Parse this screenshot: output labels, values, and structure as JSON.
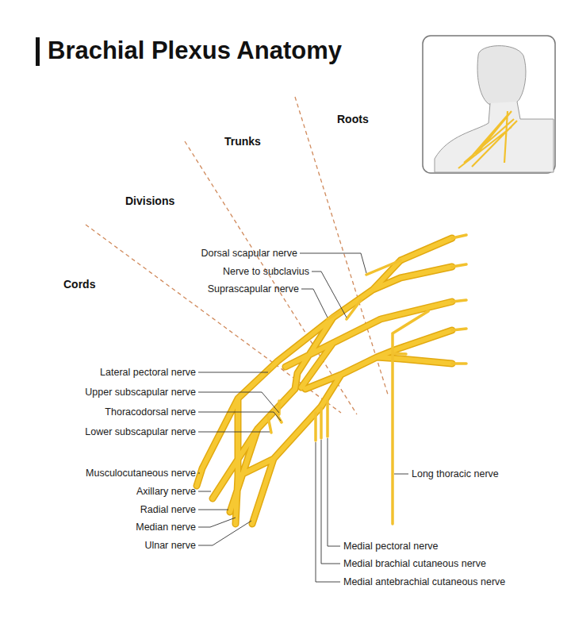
{
  "diagram": {
    "title": "Brachial Plexus Anatomy",
    "labels": [
      "Roots",
      "Trunks",
      "Divisions",
      "Cords",
      "Dorsal scapular nerve",
      "Nerve to subclavius",
      "Suprascapular nerve",
      "Lateral pectoral nerve",
      "Upper subscapular nerve",
      "Thoracodorsal nerve",
      "Lower subscapular nerve",
      "Musculocutaneous nerve",
      "Axillary nerve",
      "Radial nerve",
      "Median nerve",
      "Ulnar nerve",
      "Long thoracic nerve",
      "Medial pectoral nerve",
      "Medial brachial cutaneous nerve",
      "Medial antebrachial cutaneous nerve"
    ]
  }
}
